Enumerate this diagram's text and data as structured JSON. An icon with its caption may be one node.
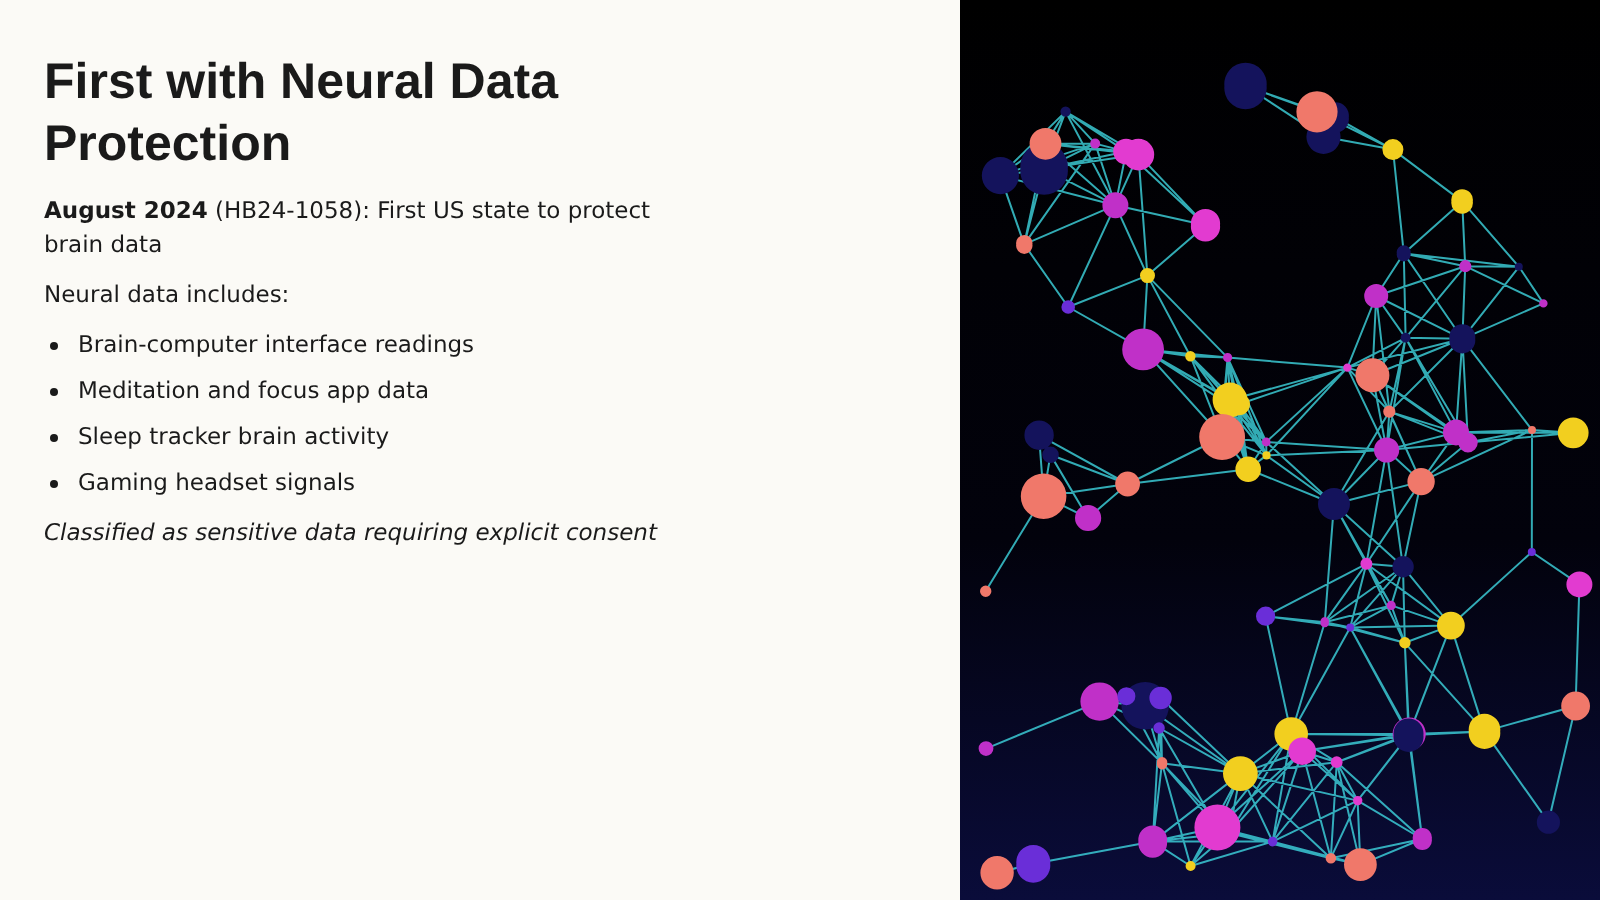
{
  "diagram": {
    "title": "First with Neural Data Protection",
    "labels": [
      "**August 2024** (HB24-1058): First US state to protect brain data",
      "Neural data includes:",
      "Brain-computer interface readings",
      "Meditation and focus app data",
      "Sleep tracker brain activity",
      "Gaming headset signals",
      "Classified as sensitive data requiring explicit consent"
    ]
  }
}
